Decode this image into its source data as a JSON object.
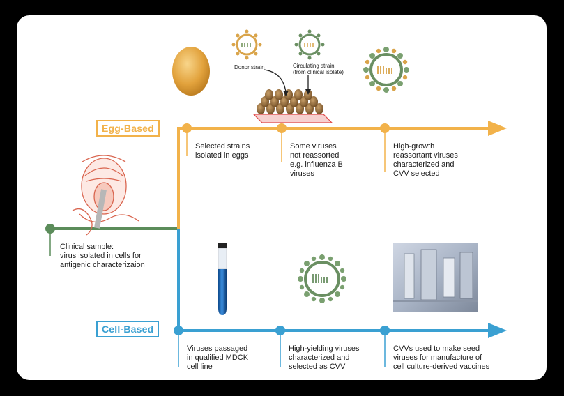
{
  "badges": {
    "egg": "Egg-Based",
    "cell": "Cell-Based"
  },
  "strain_labels": {
    "donor": "Donor strain",
    "circulating": "Circulating strain\n(from clinical isolate)"
  },
  "clinical": {
    "text": "Clinical sample:\nvirus isolated in cells for\nantigenic characterizaion"
  },
  "egg_steps": [
    {
      "text": "Selected strains\nisolated in eggs"
    },
    {
      "text": "Some viruses\nnot reassorted\ne.g. influenza B\nviruses"
    },
    {
      "text": "High-growth\nreassortant viruses\ncharacterized and\nCVV selected"
    }
  ],
  "cell_steps": [
    {
      "text": "Viruses passaged\nin qualified MDCK\ncell line"
    },
    {
      "text": "High-yielding viruses\ncharacterized and\nselected as CVV"
    },
    {
      "text": "CVVs used to make seed\nviruses for manufacture of\ncell culture-derived vaccines"
    }
  ],
  "colors": {
    "egg": "#f2b24a",
    "cell": "#3aa0d2",
    "clinical": "#5b8c5a"
  }
}
